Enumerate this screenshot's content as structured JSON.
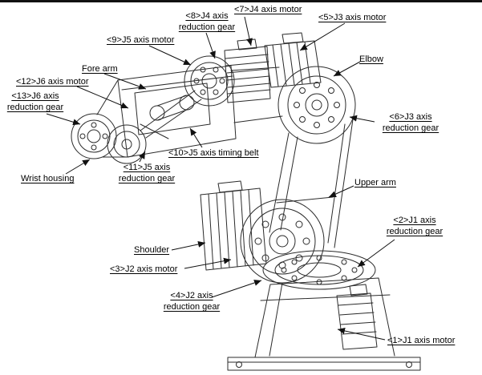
{
  "figure": {
    "type": "technical-line-diagram",
    "subject": "6-axis industrial robot arm cutaway with numbered component callouts",
    "colors": {
      "background": "#ffffff",
      "line": "#2b2b2b",
      "text": "#000000"
    },
    "labels": [
      {
        "id": "j4-axis-motor",
        "text": "<7>J4 axis motor"
      },
      {
        "id": "j4-axis-reduction-gear",
        "text": "<8>J4 axis\nreduction gear"
      },
      {
        "id": "j3-axis-motor",
        "text": "<5>J3 axis motor"
      },
      {
        "id": "j5-axis-motor",
        "text": "<9>J5 axis motor"
      },
      {
        "id": "elbow",
        "text": "Elbow"
      },
      {
        "id": "fore-arm",
        "text": "Fore arm"
      },
      {
        "id": "j6-axis-motor",
        "text": "<12>J6 axis motor"
      },
      {
        "id": "j6-axis-reduction-gear",
        "text": "<13>J6 axis\nreduction gear"
      },
      {
        "id": "j3-axis-reduction-gear",
        "text": "<6>J3 axis\nreduction gear"
      },
      {
        "id": "j5-axis-timing-belt",
        "text": "<10>J5 axis timing belt"
      },
      {
        "id": "j5-axis-reduction-gear",
        "text": "<11>J5 axis\nreduction gear"
      },
      {
        "id": "wrist-housing",
        "text": "Wrist housing"
      },
      {
        "id": "upper-arm",
        "text": "Upper arm"
      },
      {
        "id": "j1-axis-reduction-gear",
        "text": "<2>J1 axis\nreduction gear"
      },
      {
        "id": "shoulder",
        "text": "Shoulder"
      },
      {
        "id": "j2-axis-motor",
        "text": "<3>J2 axis motor"
      },
      {
        "id": "j2-axis-reduction-gear",
        "text": "<4>J2 axis\nreduction gear"
      },
      {
        "id": "j1-axis-motor",
        "text": "<1>J1 axis motor"
      }
    ]
  }
}
